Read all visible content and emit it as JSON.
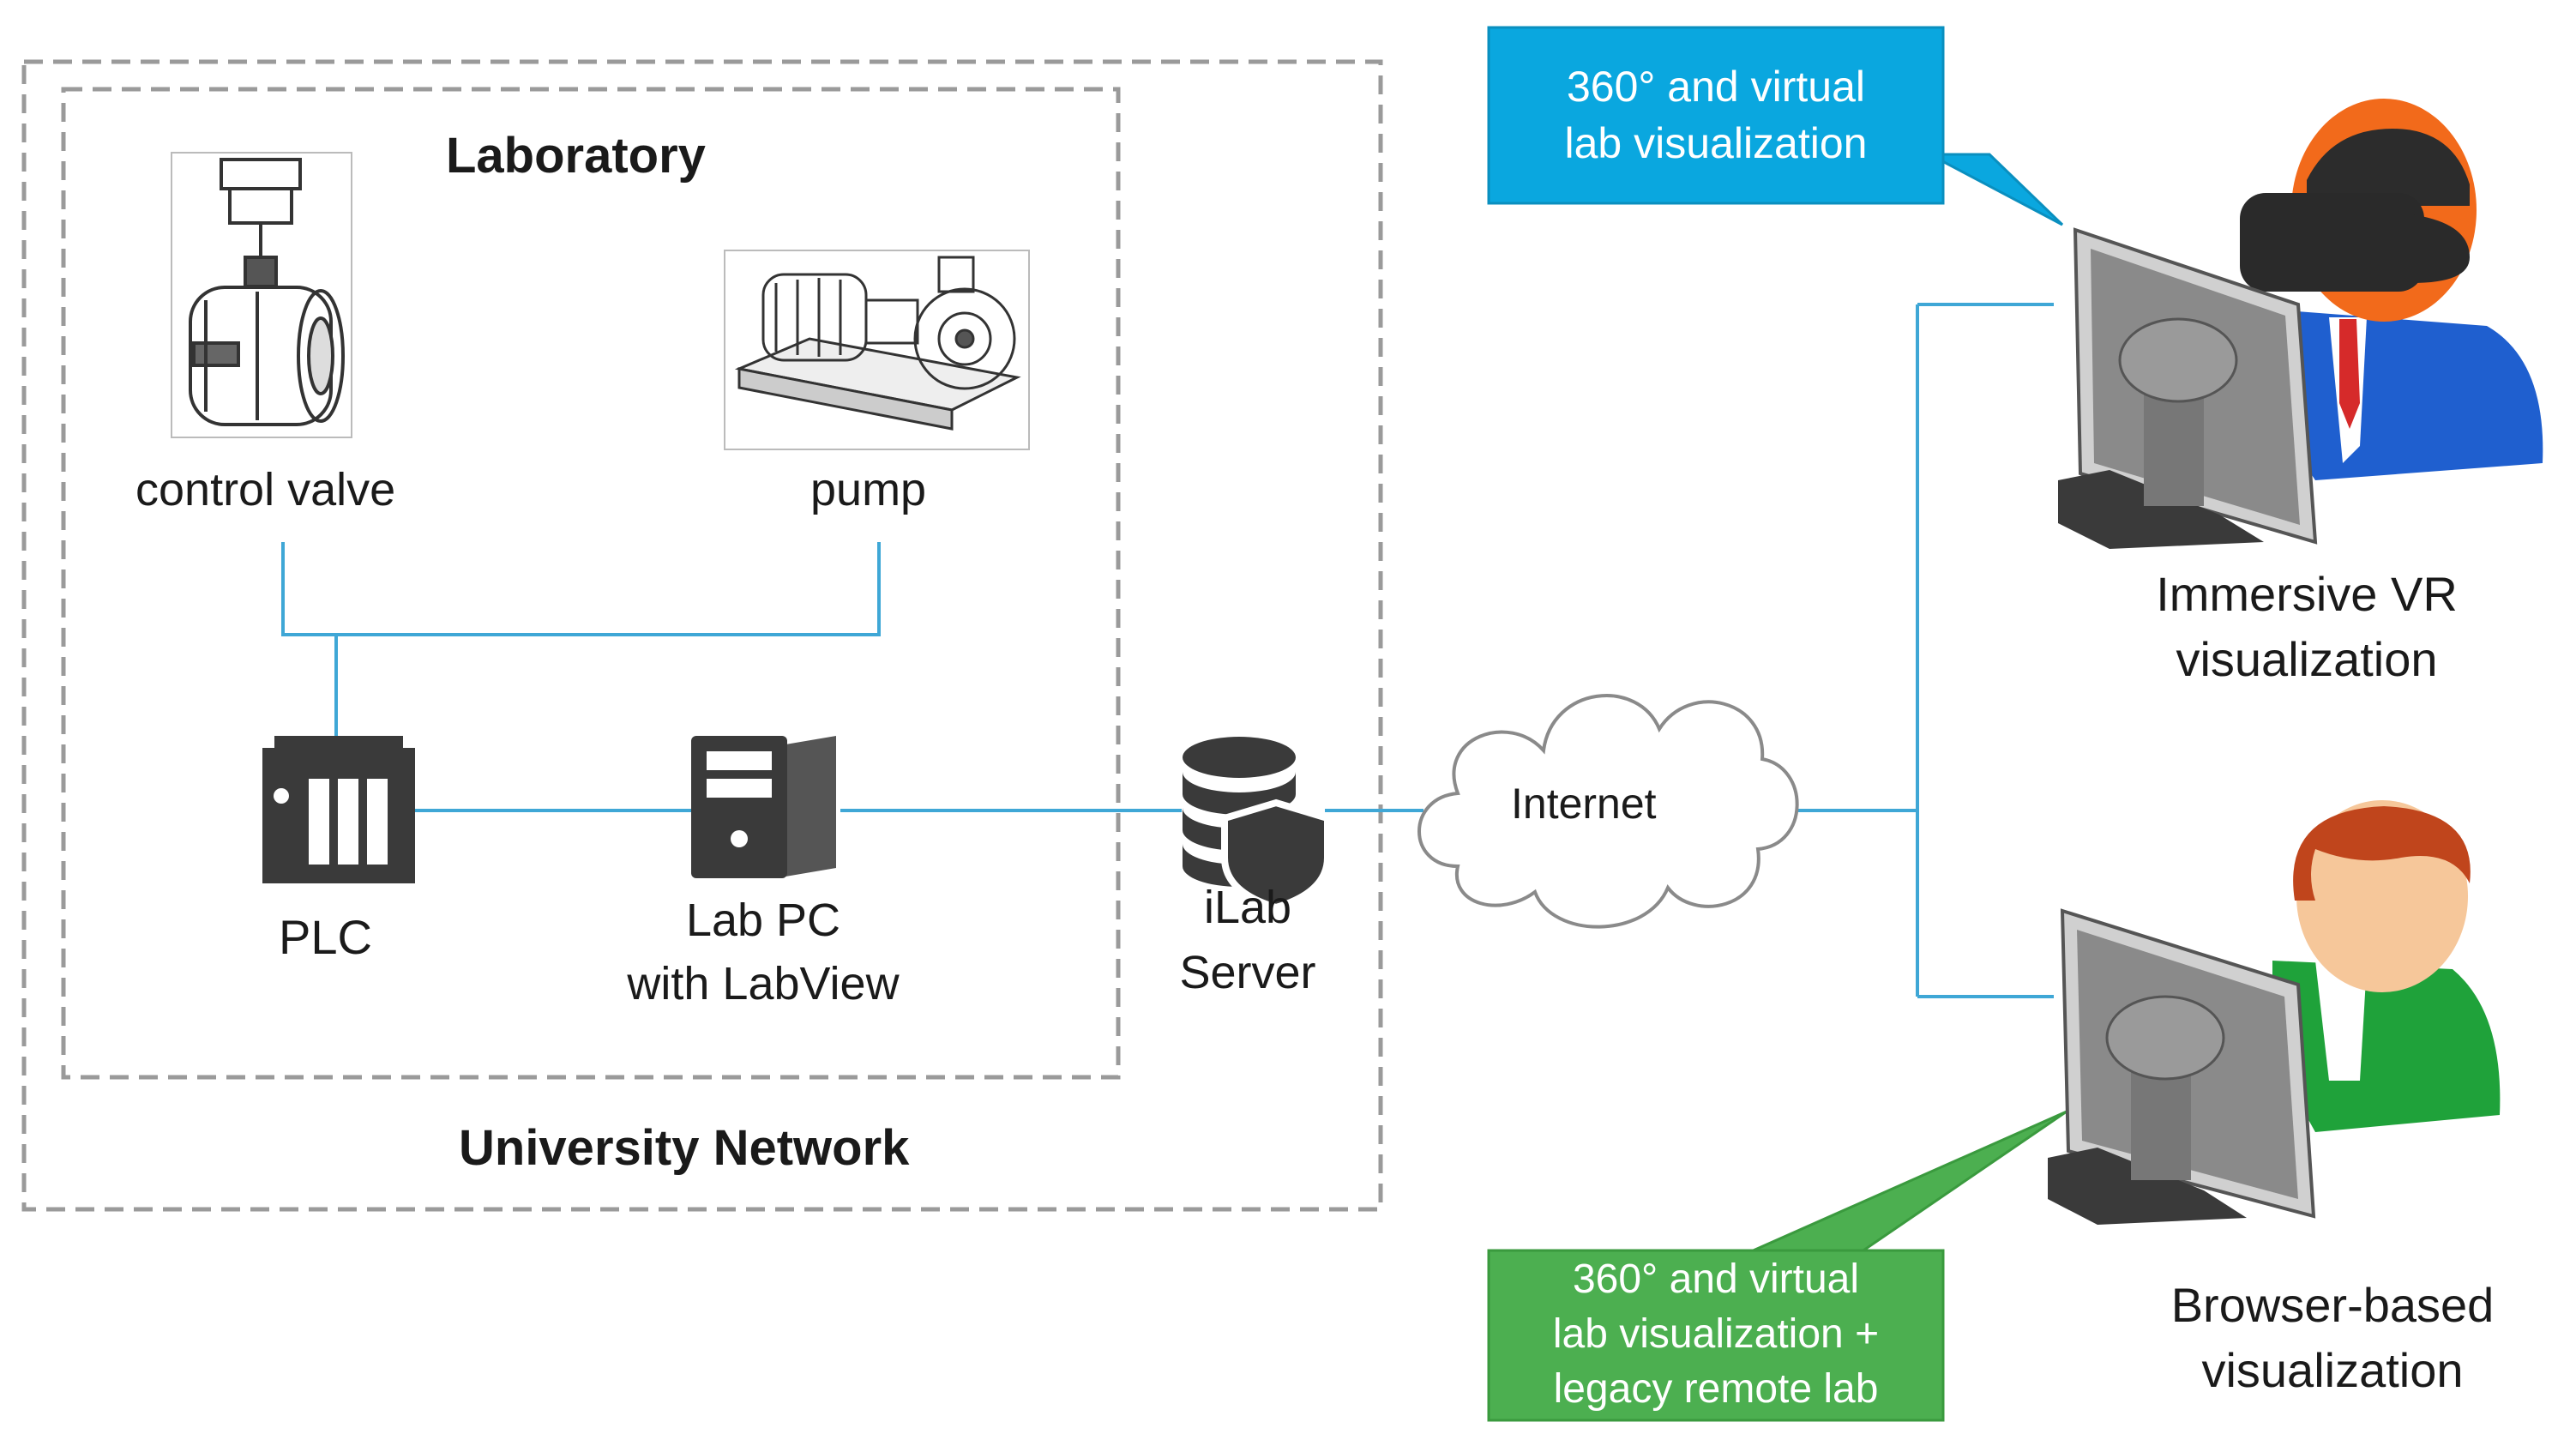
{
  "regions": {
    "university_label": "University Network",
    "laboratory_label": "Laboratory"
  },
  "components": {
    "control_valve": "control valve",
    "pump": "pump",
    "plc": "PLC",
    "lab_pc_line1": "Lab PC",
    "lab_pc_line2": "with  LabView",
    "ilab_line1": "iLab",
    "ilab_line2": "Server",
    "internet": "Internet"
  },
  "users": {
    "vr_line1": "Immersive VR",
    "vr_line2": "visualization",
    "browser_line1": "Browser-based",
    "browser_line2": "visualization"
  },
  "callouts": {
    "vr_line1": "360° and virtual",
    "vr_line2": "lab visualization",
    "browser_line1": "360° and virtual",
    "browser_line2": "lab visualization  +",
    "browser_line3": "legacy remote lab"
  },
  "colors": {
    "connector": "#3fa7d6",
    "callout_blue": "#0aa7df",
    "callout_green": "#4caf50",
    "device_dark": "#3a3a3a",
    "boundary": "#9a9a9a"
  },
  "icons": [
    "plc-icon",
    "computer-tower-icon",
    "database-shield-icon",
    "cloud-icon",
    "vr-user-icon",
    "browser-user-icon",
    "control-valve-drawing",
    "pump-drawing"
  ]
}
